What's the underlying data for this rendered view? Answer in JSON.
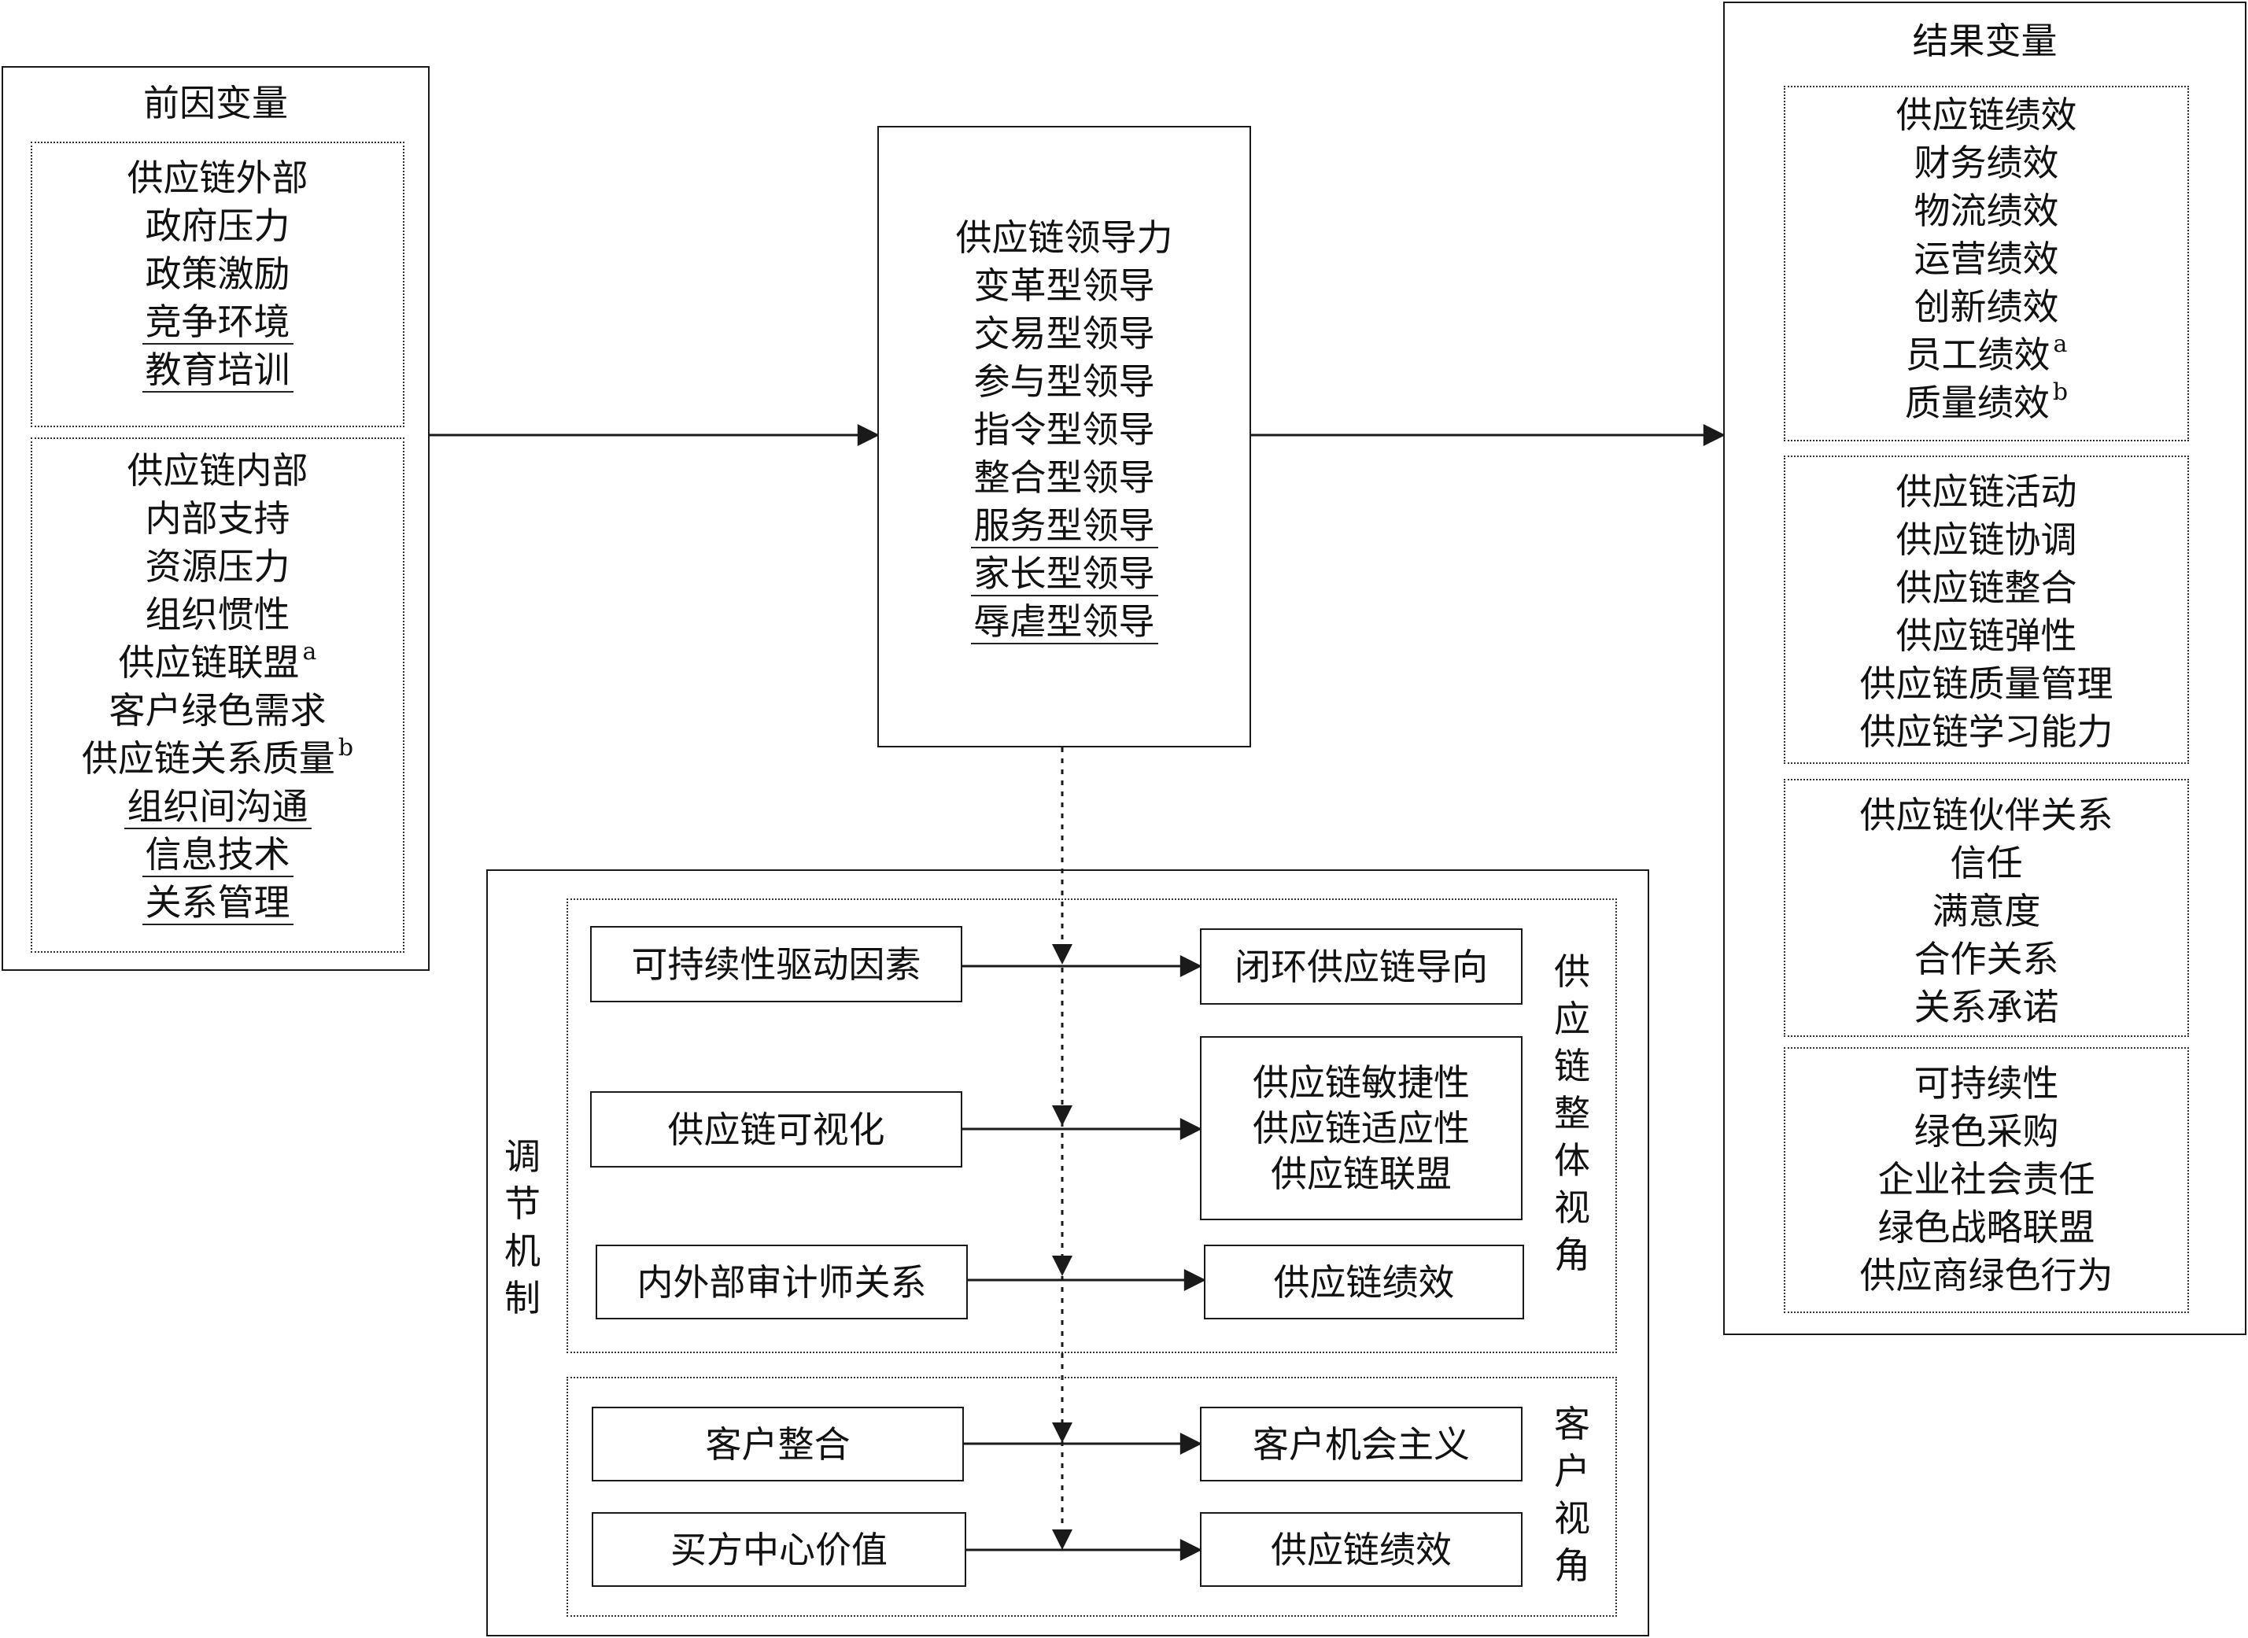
{
  "antecedents": {
    "title": "前因变量",
    "external": [
      {
        "text": "供应链外部"
      },
      {
        "text": "政府压力"
      },
      {
        "text": "政策激励"
      },
      {
        "text": "竞争环境",
        "underline": true
      },
      {
        "text": "教育培训",
        "underline": true
      }
    ],
    "internal": [
      {
        "text": "供应链内部"
      },
      {
        "text": "内部支持"
      },
      {
        "text": "资源压力"
      },
      {
        "text": "组织惯性"
      },
      {
        "text": "供应链联盟",
        "sup": "a"
      },
      {
        "text": "客户绿色需求"
      },
      {
        "text": "供应链关系质量",
        "sup": "b"
      },
      {
        "text": "组织间沟通",
        "underline": true
      },
      {
        "text": "信息技术",
        "underline": true
      },
      {
        "text": "关系管理",
        "underline": true
      }
    ]
  },
  "leadership": {
    "items": [
      {
        "text": "供应链领导力"
      },
      {
        "text": "变革型领导"
      },
      {
        "text": "交易型领导"
      },
      {
        "text": "参与型领导"
      },
      {
        "text": "指令型领导"
      },
      {
        "text": "整合型领导"
      },
      {
        "text": "服务型领导",
        "underline": true
      },
      {
        "text": "家长型领导",
        "underline": true
      },
      {
        "text": "辱虐型领导",
        "underline": true
      }
    ]
  },
  "outcomes": {
    "title": "结果变量",
    "groups": [
      [
        {
          "text": "供应链绩效"
        },
        {
          "text": "财务绩效"
        },
        {
          "text": "物流绩效"
        },
        {
          "text": "运营绩效"
        },
        {
          "text": "创新绩效"
        },
        {
          "text": "员工绩效",
          "sup": "a"
        },
        {
          "text": "质量绩效",
          "sup": "b"
        }
      ],
      [
        {
          "text": "供应链活动"
        },
        {
          "text": "供应链协调"
        },
        {
          "text": "供应链整合"
        },
        {
          "text": "供应链弹性"
        },
        {
          "text": "供应链质量管理"
        },
        {
          "text": "供应链学习能力"
        }
      ],
      [
        {
          "text": "供应链伙伴关系"
        },
        {
          "text": "信任"
        },
        {
          "text": "满意度"
        },
        {
          "text": "合作关系"
        },
        {
          "text": "关系承诺"
        }
      ],
      [
        {
          "text": "可持续性"
        },
        {
          "text": "绿色采购"
        },
        {
          "text": "企业社会责任"
        },
        {
          "text": "绿色战略联盟"
        },
        {
          "text": "供应商绿色行为"
        }
      ]
    ]
  },
  "moderation": {
    "label": [
      "调",
      "节",
      "机",
      "制"
    ],
    "whole_label": [
      "供",
      "应",
      "链",
      "整",
      "体",
      "视",
      "角"
    ],
    "customer_label": [
      "客",
      "户",
      "视",
      "角"
    ],
    "rows": [
      {
        "left": "可持续性驱动因素",
        "right": [
          "闭环供应链导向"
        ]
      },
      {
        "left": "供应链可视化",
        "right": [
          "供应链敏捷性",
          "供应链适应性",
          "供应链联盟"
        ]
      },
      {
        "left": "内外部审计师关系",
        "right": [
          "供应链绩效"
        ]
      },
      {
        "left": "客户整合",
        "right": [
          "客户机会主义"
        ]
      },
      {
        "left": "买方中心价值",
        "right": [
          "供应链绩效"
        ]
      }
    ]
  }
}
